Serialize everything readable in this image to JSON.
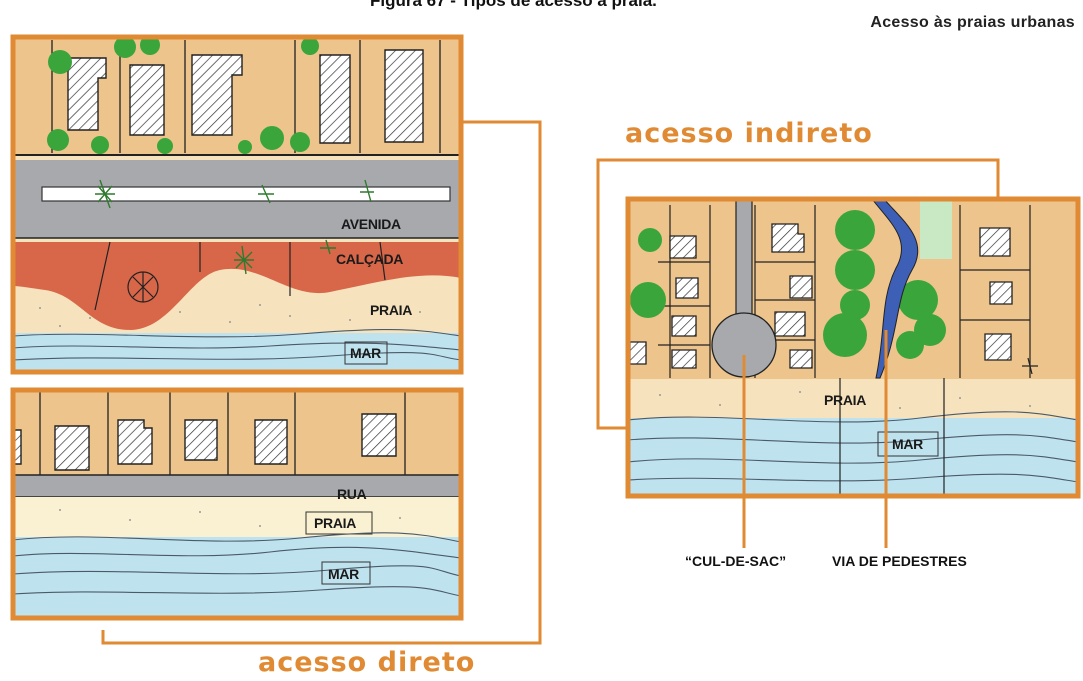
{
  "figure_title": "Figura 67 - Tipos de acesso à praia.",
  "section_title": "Acesso às praias urbanas",
  "panels": {
    "direct": {
      "label": "acesso direto",
      "top_map": {
        "avenida": "AVENIDA",
        "calcada": "CALÇADA",
        "praia": "PRAIA",
        "mar": "MAR"
      },
      "bottom_map": {
        "rua": "RUA",
        "praia": "PRAIA",
        "mar": "MAR"
      }
    },
    "indirect": {
      "label": "acesso indireto",
      "map": {
        "praia": "PRAIA",
        "mar": "MAR"
      },
      "callouts": {
        "cul_de_sac": "“CUL-DE-SAC”",
        "via_pedestres": "VIA DE PEDESTRES"
      }
    }
  },
  "colors": {
    "frame_orange": "#e08a33",
    "sand": "#f3dcb0",
    "lot_tan": "#ecc48c",
    "road_gray": "#a7a9ac",
    "sidewalk_red": "#d8674a",
    "sea_blue": "#bfe3ee",
    "tree_green": "#3aa53a",
    "stream_blue": "#3e5fb6"
  }
}
